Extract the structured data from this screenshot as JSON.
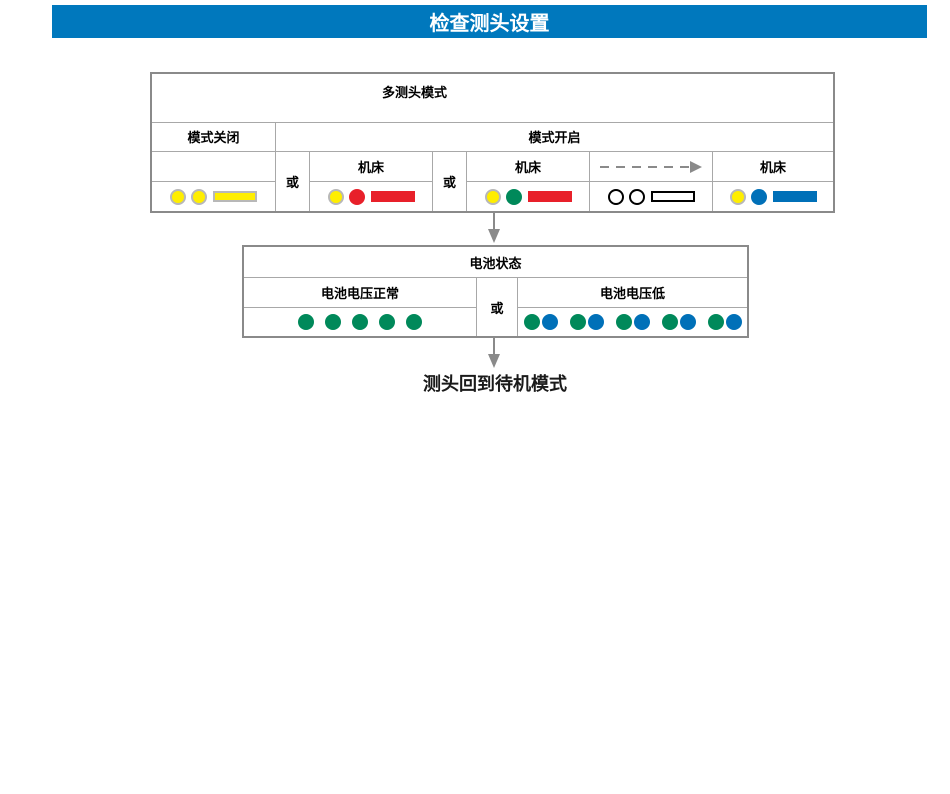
{
  "title": "检查测头设置",
  "multi_probe": {
    "header": "多测头模式",
    "mode_off": "模式关闭",
    "mode_on": "模式开启",
    "or": "或",
    "machine": "机床"
  },
  "battery": {
    "header": "电池状态",
    "normal": "电池电压正常",
    "low": "电池电压低",
    "or": "或"
  },
  "final": "测头回到待机模式",
  "colors": {
    "header_blue": "#0078bd",
    "yellow": "#ffee00",
    "red": "#e8202a",
    "green": "#00895a",
    "blue": "#0070b8",
    "grey_line": "#8a8a8a"
  },
  "leds": {
    "off_mode": [
      "yellow",
      "yellow",
      "yellow-bar"
    ],
    "on_1": [
      "yellow",
      "red",
      "red-bar"
    ],
    "on_2": [
      "yellow",
      "green",
      "red-bar"
    ],
    "on_3": [
      "off",
      "off",
      "off-bar"
    ],
    "on_4": [
      "yellow",
      "blue",
      "blue-bar"
    ],
    "battery_normal": [
      "green",
      "green",
      "green",
      "green",
      "green"
    ],
    "battery_low": [
      "green-blue",
      "green-blue",
      "green-blue",
      "green-blue",
      "green-blue"
    ]
  }
}
